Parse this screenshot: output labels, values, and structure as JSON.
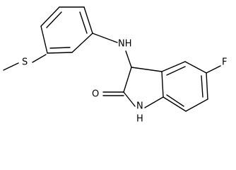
{
  "molecule": {
    "atom_labels": {
      "sulfur": "S",
      "amine": "NH",
      "ring_nh_n": "N",
      "ring_nh_h": "H",
      "oxygen": "O",
      "fluorine": "F"
    }
  }
}
